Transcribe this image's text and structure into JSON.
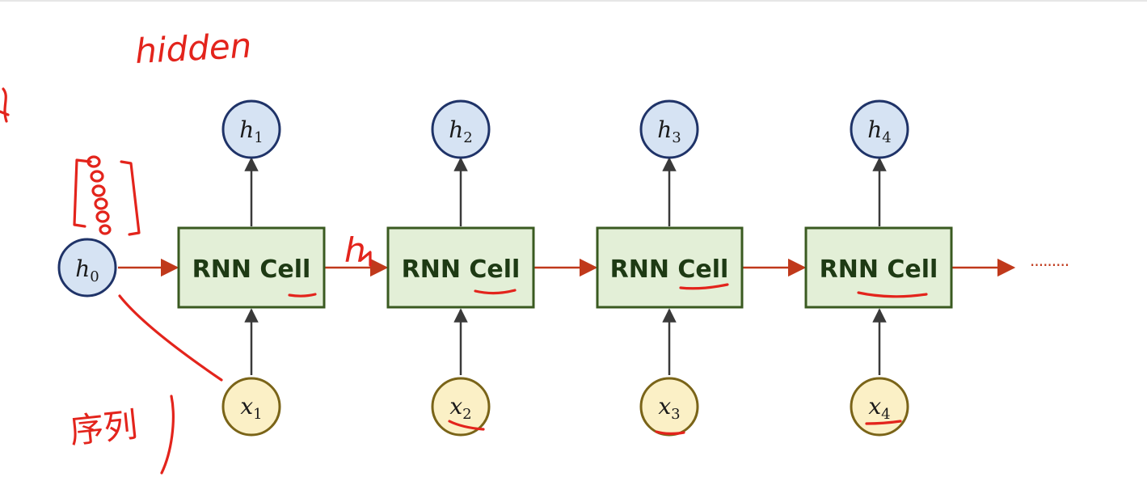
{
  "diagram": {
    "cell_label": "RNN Cell",
    "initial_state": {
      "symbol": "h",
      "sub": "0"
    },
    "steps": [
      {
        "hidden": {
          "symbol": "h",
          "sub": "1"
        },
        "input": {
          "symbol": "x",
          "sub": "1"
        }
      },
      {
        "hidden": {
          "symbol": "h",
          "sub": "2"
        },
        "input": {
          "symbol": "x",
          "sub": "2"
        }
      },
      {
        "hidden": {
          "symbol": "h",
          "sub": "3"
        },
        "input": {
          "symbol": "x",
          "sub": "3"
        }
      },
      {
        "hidden": {
          "symbol": "h",
          "sub": "4"
        },
        "input": {
          "symbol": "x",
          "sub": "4"
        }
      }
    ],
    "continuation": "·········"
  },
  "annotations": {
    "hidden_note": "hidden",
    "sequence_note": "序列",
    "hidden_arrow_note": "h"
  },
  "colors": {
    "cell_fill": "#e3efd7",
    "cell_stroke": "#3a5a20",
    "hidden_fill": "#d6e3f3",
    "hidden_stroke": "#1f3368",
    "input_fill": "#fbf0c6",
    "input_stroke": "#7a6418",
    "recurrent_arrow": "#c0391b",
    "vertical_arrow": "#3a3a3a",
    "annotation_ink": "#e3241c"
  }
}
